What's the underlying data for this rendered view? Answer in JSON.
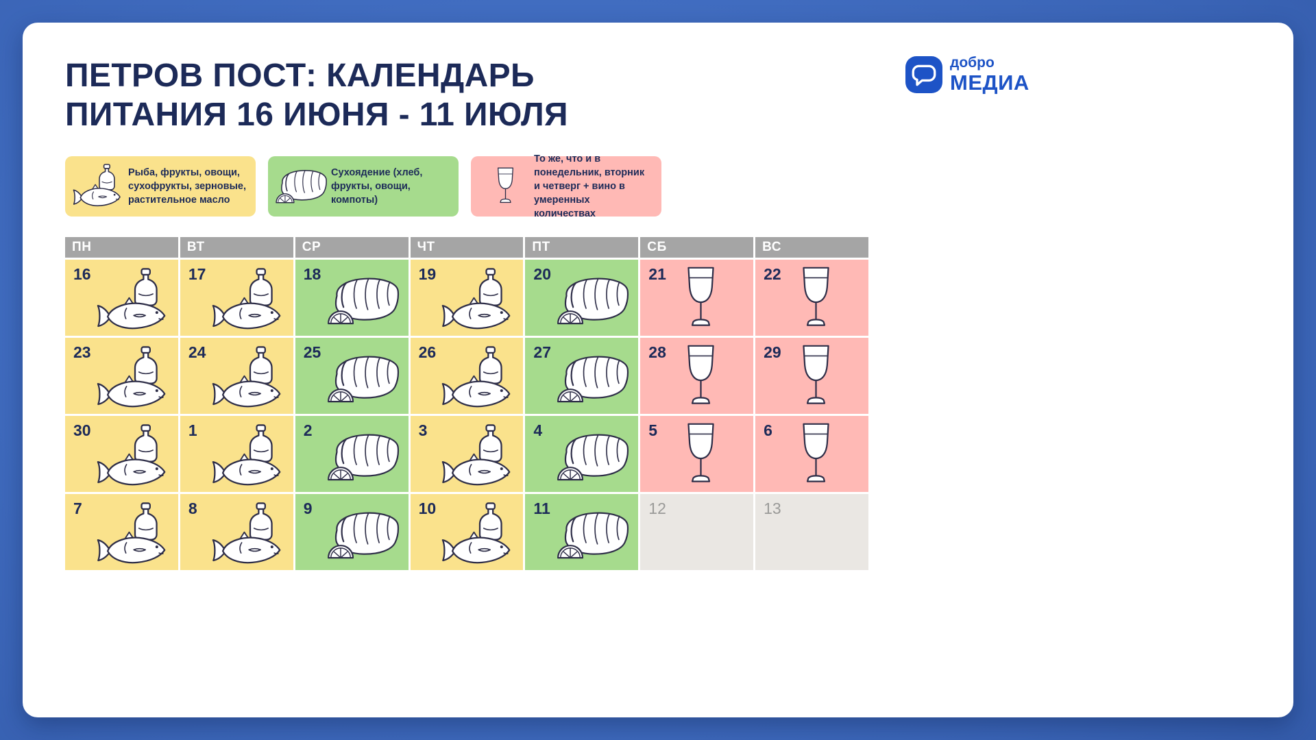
{
  "header": {
    "title_line1": "ПЕТРОВ ПОСТ: КАЛЕНДАРЬ",
    "title_line2": "ПИТАНИЯ 16 ИЮНЯ - 11 ИЮЛЯ"
  },
  "logo": {
    "line1": "добро",
    "line2": "МЕДИА"
  },
  "colors": {
    "background_blue": "#3a64b6",
    "brand_blue": "#1d53c6",
    "title_navy": "#1c2a58",
    "header_gray": "#A5A5A5",
    "outline_ink": "#2e2e48"
  },
  "legend": [
    {
      "icon": "fish-oil",
      "color": "#FAE28C",
      "text": "Рыба, фрукты, овощи, сухофрукты, зерновые, растительное масло"
    },
    {
      "icon": "bread",
      "color": "#A6DB8D",
      "text": "Сухоядение (хлеб, фрукты, овощи, компоты)"
    },
    {
      "icon": "wine-glass",
      "color": "#FFB9B5",
      "text": "То же, что и в понедельник, вторник и четверг + вино в умеренных количествах"
    }
  ],
  "calendar": {
    "day_headers": [
      "ПН",
      "ВТ",
      "СР",
      "ЧТ",
      "ПТ",
      "СБ",
      "ВС"
    ],
    "cell_colors": {
      "fish-oil": "#FAE28C",
      "bread": "#A6DB8D",
      "wine-glass": "#FFB9B5",
      "none": "#EAE7E3"
    },
    "weeks": [
      [
        {
          "day": "16",
          "type": "fish-oil"
        },
        {
          "day": "17",
          "type": "fish-oil"
        },
        {
          "day": "18",
          "type": "bread"
        },
        {
          "day": "19",
          "type": "fish-oil"
        },
        {
          "day": "20",
          "type": "bread"
        },
        {
          "day": "21",
          "type": "wine-glass"
        },
        {
          "day": "22",
          "type": "wine-glass"
        }
      ],
      [
        {
          "day": "23",
          "type": "fish-oil"
        },
        {
          "day": "24",
          "type": "fish-oil"
        },
        {
          "day": "25",
          "type": "bread"
        },
        {
          "day": "26",
          "type": "fish-oil"
        },
        {
          "day": "27",
          "type": "bread"
        },
        {
          "day": "28",
          "type": "wine-glass"
        },
        {
          "day": "29",
          "type": "wine-glass"
        }
      ],
      [
        {
          "day": "30",
          "type": "fish-oil"
        },
        {
          "day": "1",
          "type": "fish-oil"
        },
        {
          "day": "2",
          "type": "bread"
        },
        {
          "day": "3",
          "type": "fish-oil"
        },
        {
          "day": "4",
          "type": "bread"
        },
        {
          "day": "5",
          "type": "wine-glass"
        },
        {
          "day": "6",
          "type": "wine-glass"
        }
      ],
      [
        {
          "day": "7",
          "type": "fish-oil"
        },
        {
          "day": "8",
          "type": "fish-oil"
        },
        {
          "day": "9",
          "type": "bread"
        },
        {
          "day": "10",
          "type": "fish-oil"
        },
        {
          "day": "11",
          "type": "bread"
        },
        {
          "day": "12",
          "type": "none"
        },
        {
          "day": "13",
          "type": "none"
        }
      ]
    ]
  }
}
